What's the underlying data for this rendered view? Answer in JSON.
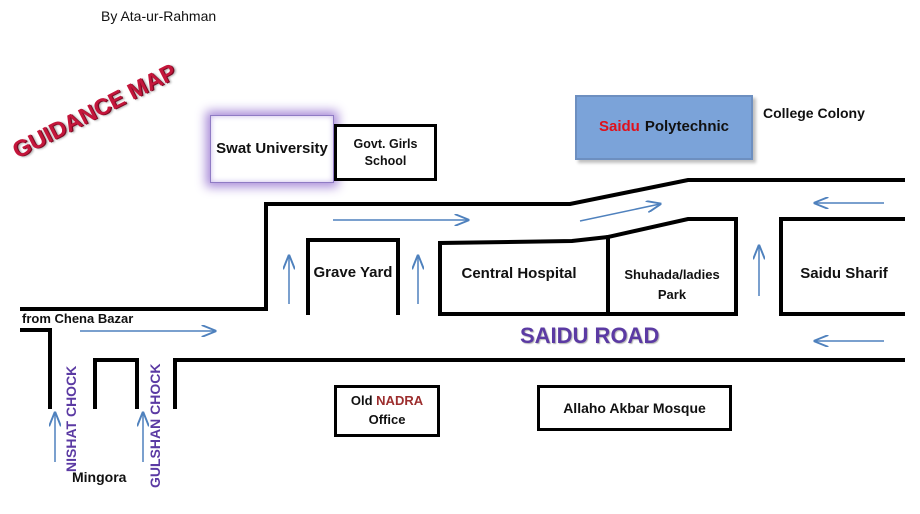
{
  "author": "By Ata-ur-Rahman",
  "map_title": "GUIDANCE MAP",
  "colors": {
    "title_red": "#c4163b",
    "road_label_purple": "#5b3aa3",
    "arrow_blue": "#4f81bd",
    "polytechnic_fill": "#7ba3d9",
    "saidu_red": "#e0101a",
    "nadra_brown": "#9c2d2d"
  },
  "places": {
    "swat_university": "Swat University",
    "girls_school": "Govt. Girls School",
    "polytechnic_saidu": "Saidu",
    "polytechnic_rest": "Polytechnic",
    "college_colony": "College Colony",
    "grave_yard": "Grave Yard",
    "central_hospital": "Central Hospital",
    "shuhada_park": "Shuhada/ladies Park",
    "saidu_sharif": "Saidu Sharif",
    "nadra_prefix": "Old",
    "nadra_name": "NADRA",
    "nadra_suffix": "Office",
    "mosque": "Allaho Akbar Mosque"
  },
  "labels": {
    "from_chena_bazar": "from Chena Bazar",
    "saidu_road": "SAIDU ROAD",
    "nishat_chock": "NISHAT CHOCK",
    "gulshan_chock": "GULSHAN CHOCK",
    "mingora": "Mingora"
  }
}
